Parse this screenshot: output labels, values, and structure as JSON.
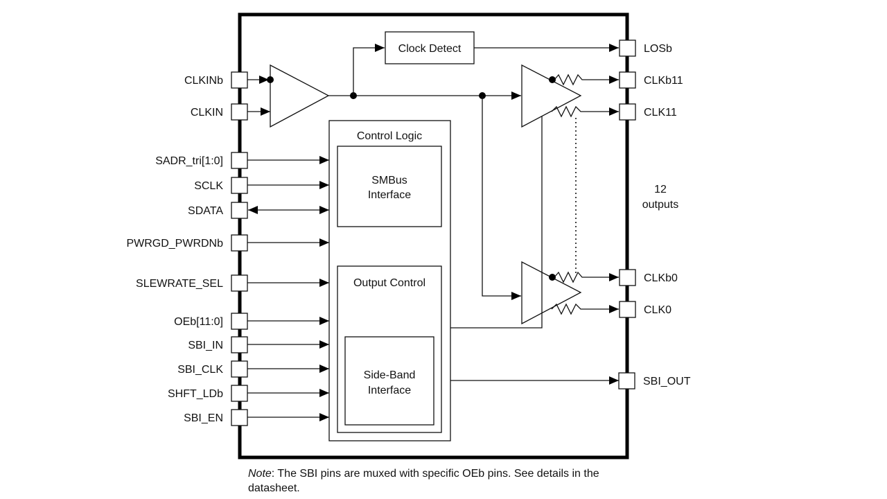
{
  "diagram": {
    "title": "Clock Buffer Block Diagram",
    "input_pins": [
      {
        "label": "CLKINb"
      },
      {
        "label": "CLKIN"
      },
      {
        "label": "SADR_tri[1:0]"
      },
      {
        "label": "SCLK"
      },
      {
        "label": "SDATA"
      },
      {
        "label": "PWRGD_PWRDNb"
      },
      {
        "label": "SLEWRATE_SEL"
      },
      {
        "label": "OEb[11:0]"
      },
      {
        "label": "SBI_IN"
      },
      {
        "label": "SBI_CLK"
      },
      {
        "label": "SHFT_LDb"
      },
      {
        "label": "SBI_EN"
      }
    ],
    "output_pins": [
      {
        "label": "LOSb"
      },
      {
        "label": "CLKb11"
      },
      {
        "label": "CLK11"
      },
      {
        "label": "CLKb0"
      },
      {
        "label": "CLK0"
      },
      {
        "label": "SBI_OUT"
      }
    ],
    "blocks": {
      "clock_detect": "Clock Detect",
      "control_logic": "Control Logic",
      "smbus_line1": "SMBus",
      "smbus_line2": "Interface",
      "output_control": "Output Control",
      "sideband_line1": "Side-Band",
      "sideband_line2": "Interface"
    },
    "outputs_count_line1": "12",
    "outputs_count_line2": "outputs"
  },
  "note": {
    "prefix": "Note",
    "text": ": The SBI pins are muxed with specific OEb pins. See details in the datasheet."
  }
}
